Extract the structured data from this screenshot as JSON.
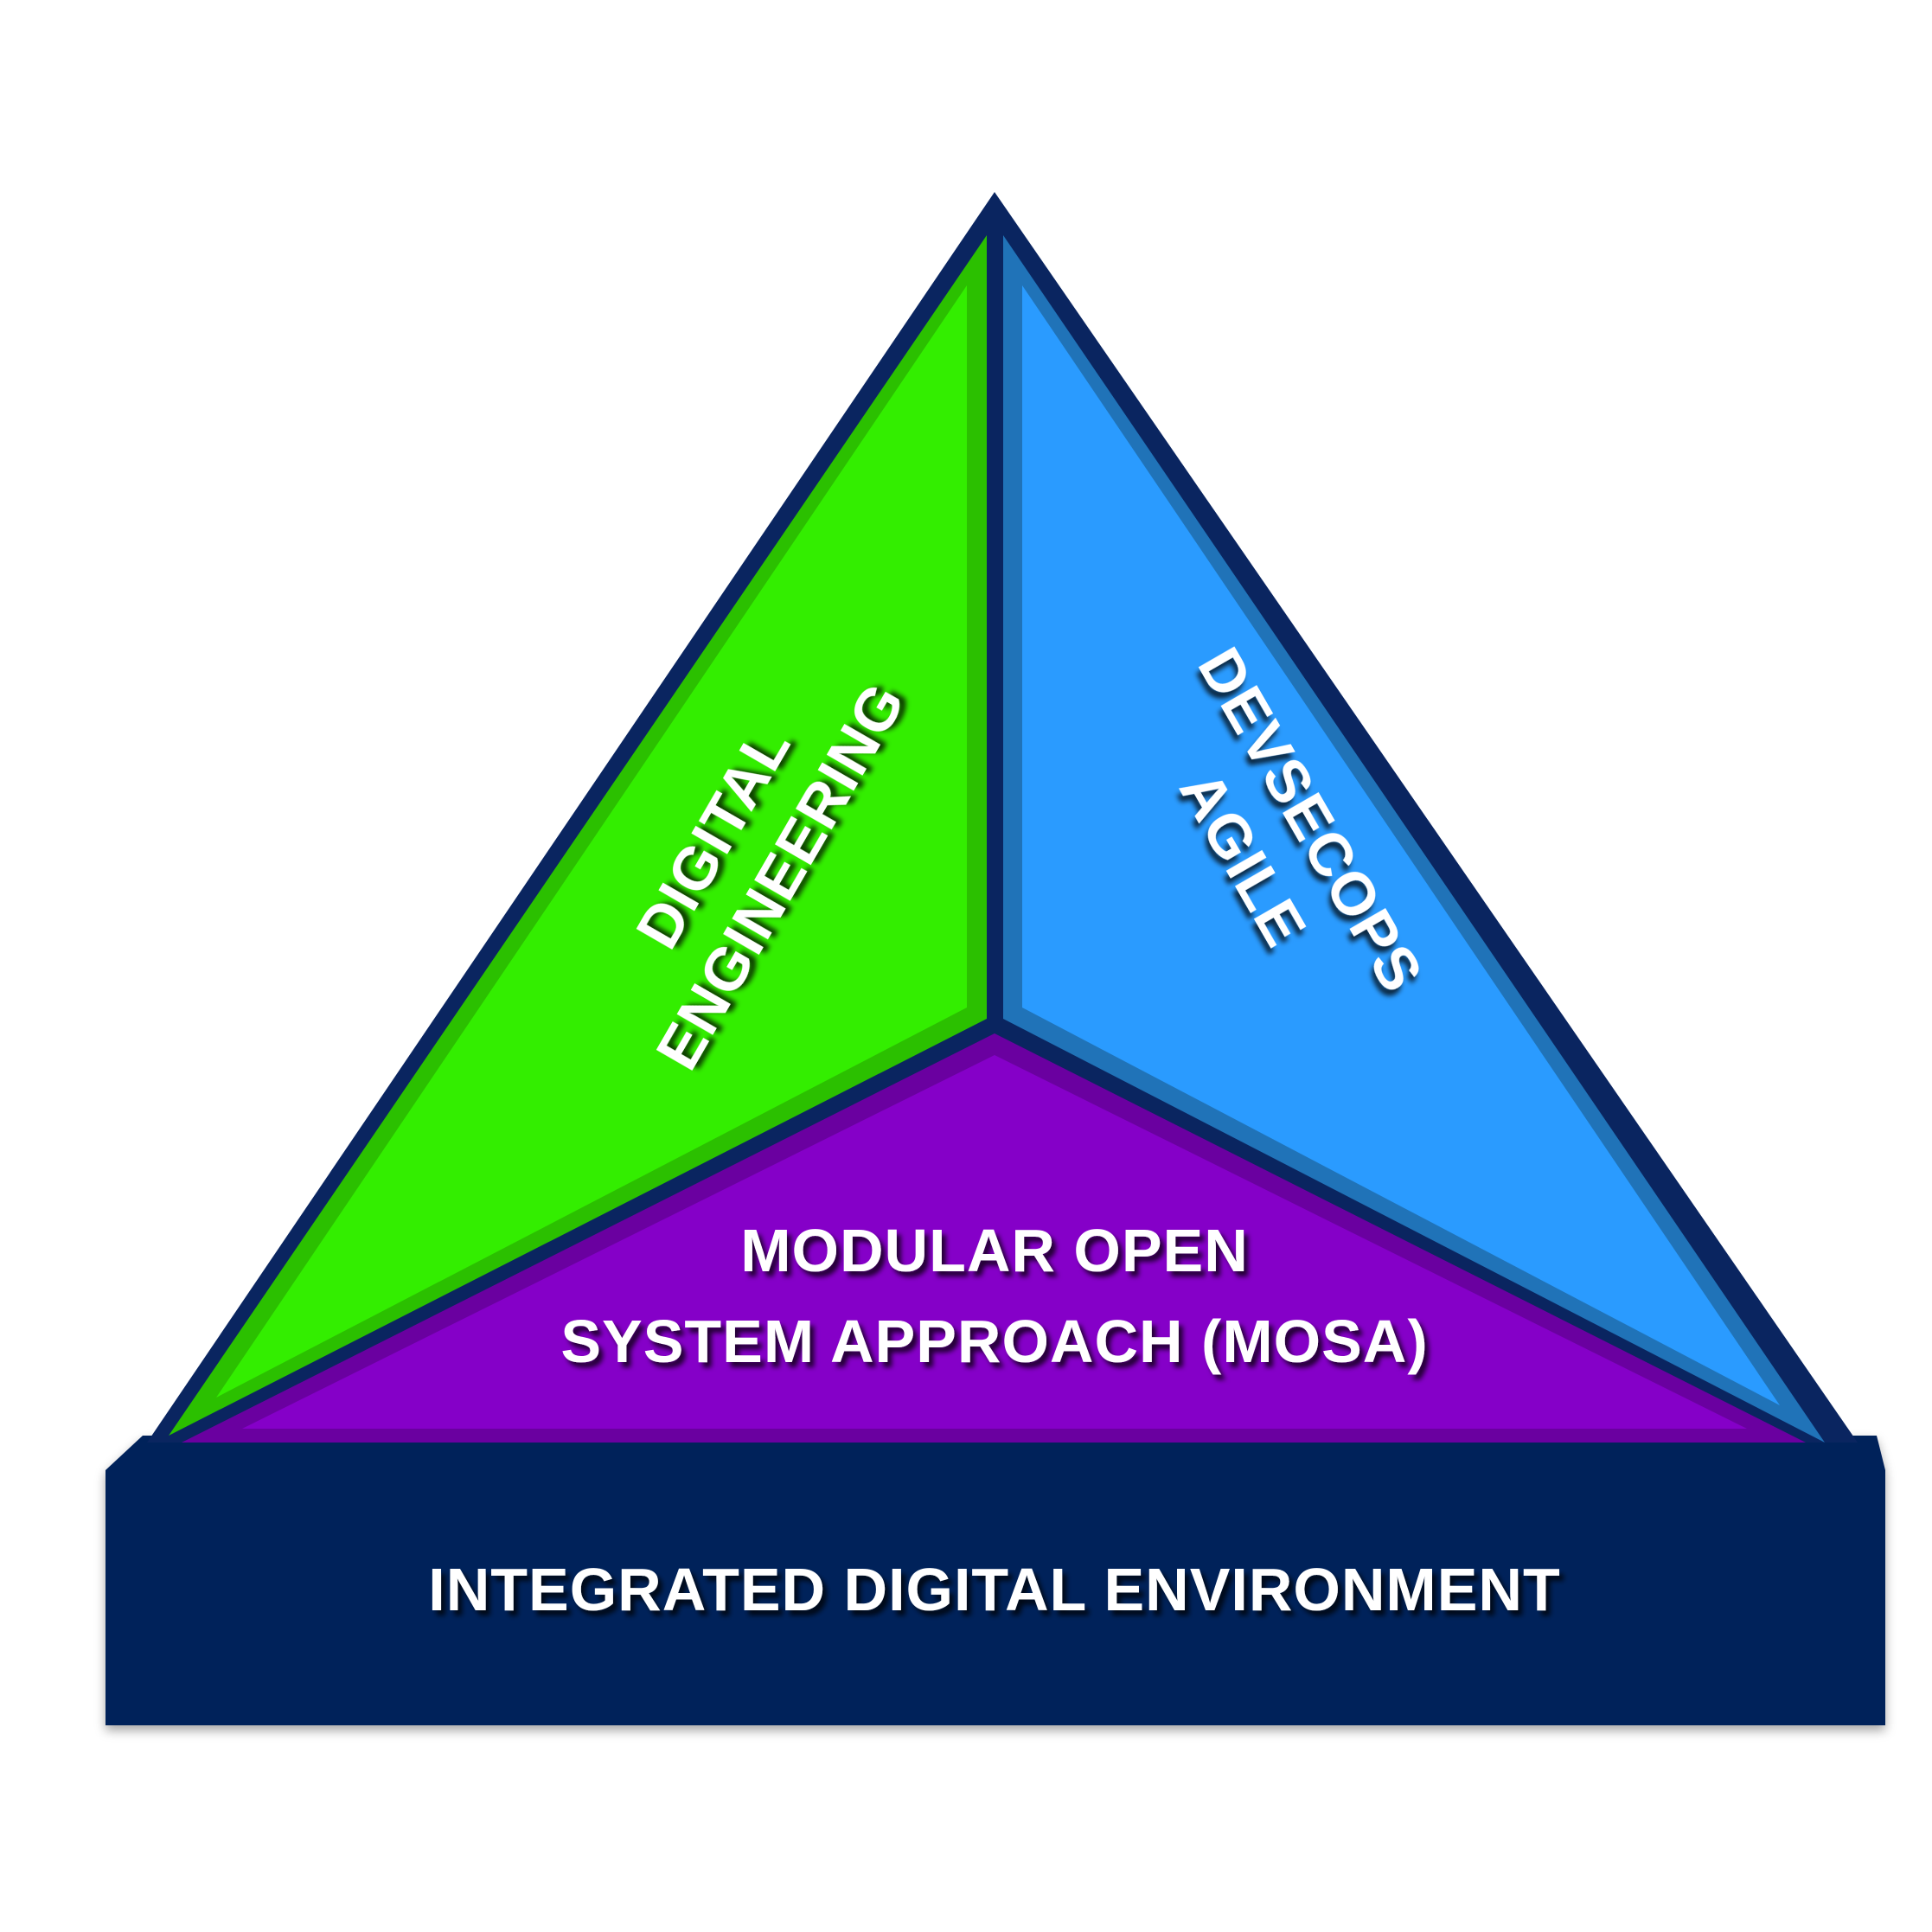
{
  "diagram": {
    "segments": {
      "left": {
        "lines": [
          "DIGITAL",
          "ENGINEERING"
        ],
        "color": "#33ee00",
        "edge_color": "#2bc000"
      },
      "right": {
        "lines": [
          "DEVSECOPS",
          "AGILE"
        ],
        "color": "#2a9bff",
        "edge_color": "#2073b8"
      },
      "bottom": {
        "lines": [
          "MODULAR OPEN",
          "SYSTEM APPROACH (MOSA)"
        ],
        "color": "#8500c8",
        "edge_color": "#6a00a0"
      }
    },
    "base": {
      "label": "INTEGRATED DIGITAL ENVIRONMENT",
      "color": "#06215a"
    },
    "outline_color": "#0a2560"
  }
}
